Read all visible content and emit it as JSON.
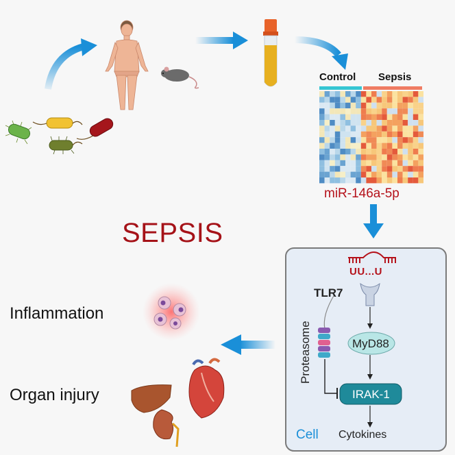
{
  "heatmap": {
    "control_label": "Control",
    "sepsis_label": "Sepsis",
    "control_bar_color": "#36c6d3",
    "sepsis_bar_color": "#ef7c63",
    "mirna_label": "miR-146a-5p"
  },
  "main": {
    "title": "SEPSIS",
    "outcome_1": "Inflammation",
    "outcome_2": "Organ injury"
  },
  "cell_panel": {
    "rna_label": "UU...U",
    "receptor_label": "TLR7",
    "proteasome_label": "Proteasome",
    "adaptor_label": "MyD88",
    "kinase_label": "IRAK-1",
    "output_label": "Cytokines",
    "panel_label": "Cell"
  },
  "colors": {
    "arrow": "#1a8fd8",
    "title": "#a51218",
    "mirna": "#b5121b",
    "panel_bg": "#e6edf6",
    "myd88_fill": "#b9e6e6",
    "irak_fill": "#1f8a9a"
  },
  "icons": [
    "bacteria-icon",
    "human-body-icon",
    "mouse-icon",
    "blood-tube-icon",
    "heatmap-icon",
    "inflamed-cells-icon",
    "liver-icon",
    "heart-icon",
    "kidney-icon",
    "tlr7-receptor-icon",
    "mirna-strand-icon"
  ]
}
